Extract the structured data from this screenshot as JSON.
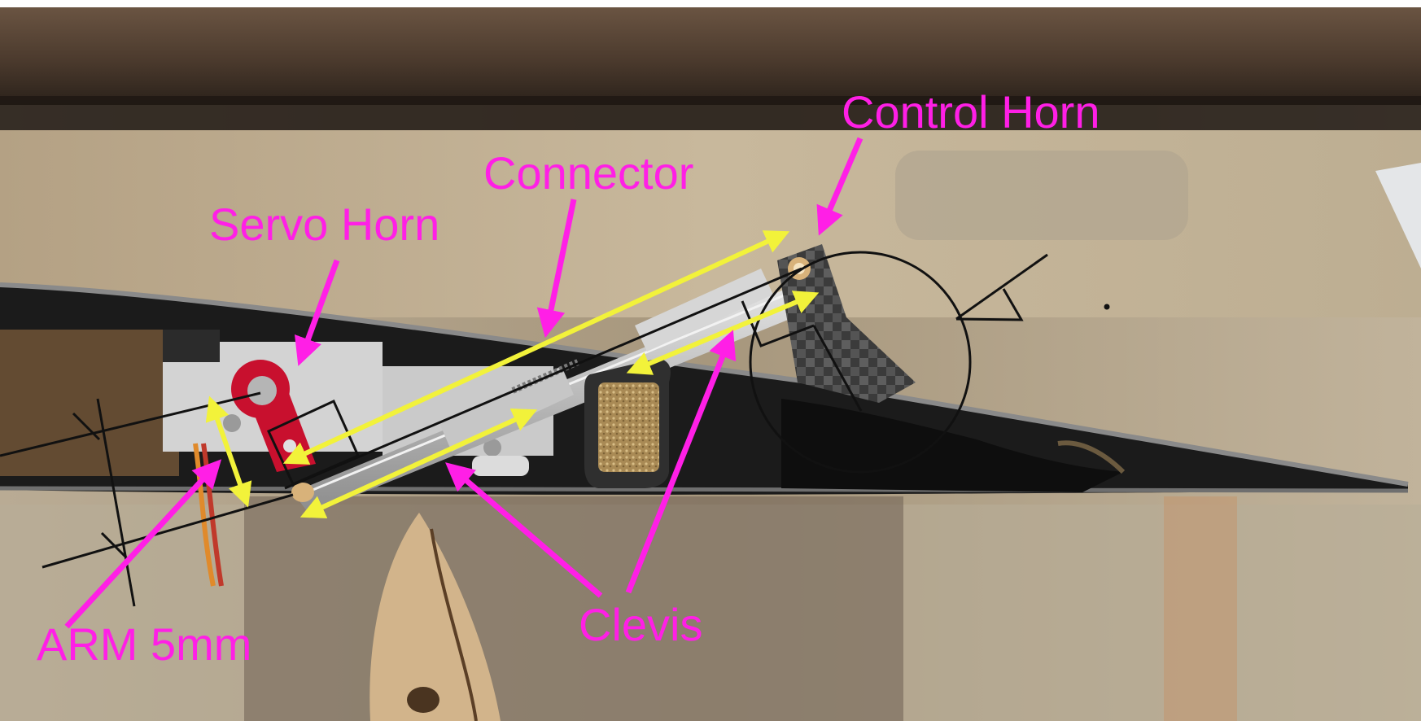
{
  "labels": {
    "control_horn": "Control Horn",
    "connector": "Connector",
    "servo_horn": "Servo Horn",
    "clevis": "Clevis",
    "arm": "ARM 5mm"
  },
  "colors": {
    "label": "#ff1fe6",
    "dimension_arrow": "#f2f23a",
    "construction_line": "#111111",
    "servo_horn_red": "#c8102e"
  }
}
